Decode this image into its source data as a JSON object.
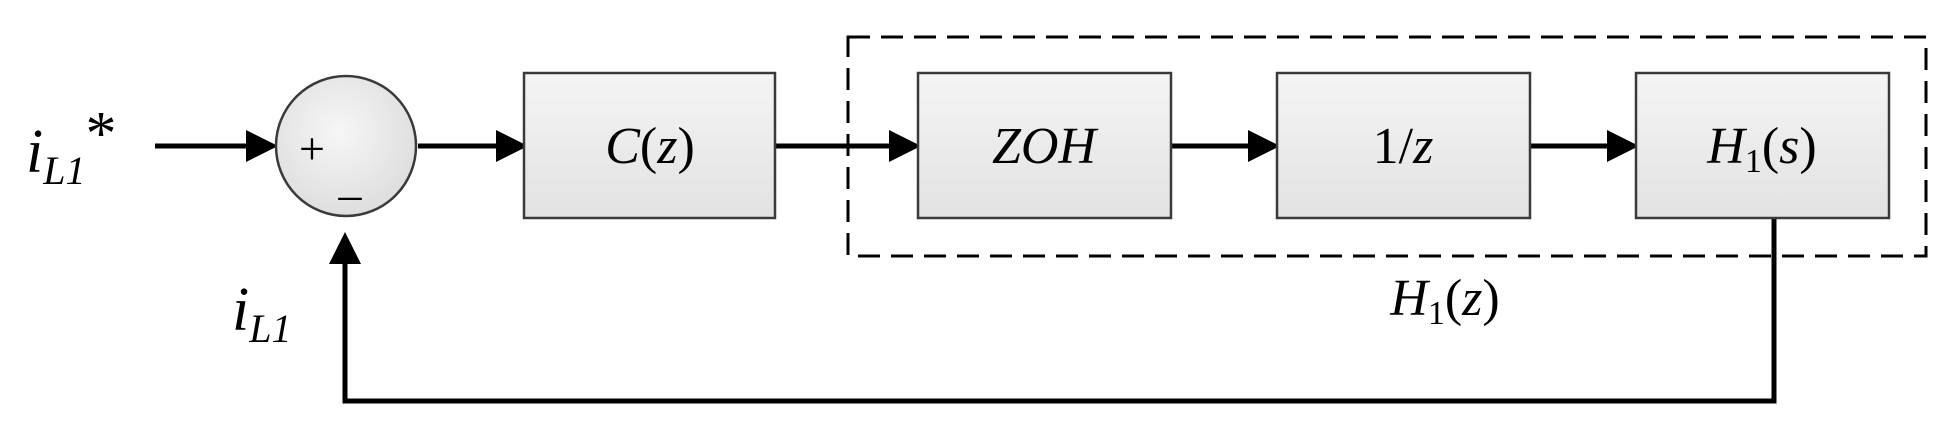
{
  "input_signal": {
    "base": "i",
    "sub": "L1",
    "suffix": "*"
  },
  "feedback_signal": {
    "base": "i",
    "sub": "L1"
  },
  "summing_junction": {
    "plus": "+",
    "minus": "_"
  },
  "blocks": {
    "controller": {
      "f": "C",
      "open": "(",
      "arg": "z",
      "close": ")"
    },
    "zoh": {
      "text": "ZOH"
    },
    "delay": {
      "num": "1/",
      "var": "z"
    },
    "plant": {
      "f": "H",
      "sub": "1",
      "open": "(",
      "arg": "s",
      "close": ")"
    }
  },
  "group_label": {
    "f": "H",
    "sub": "1",
    "open": "(",
    "arg": "z",
    "close": ")"
  }
}
